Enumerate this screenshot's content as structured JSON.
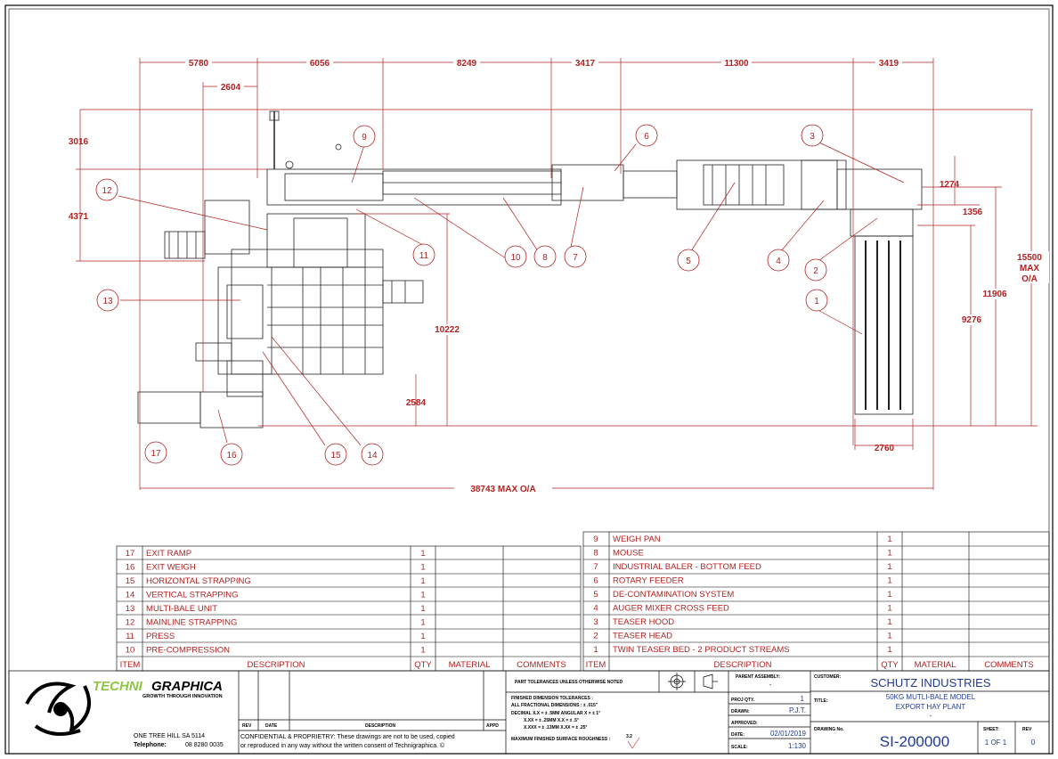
{
  "dimensions": {
    "top": [
      "5780",
      "6056",
      "8249",
      "3417",
      "11300",
      "3419"
    ],
    "top_sub": "2604",
    "left": [
      "3016",
      "4371"
    ],
    "right": [
      "1274",
      "1356",
      "15500",
      "MAX",
      "O/A",
      "11906",
      "9276"
    ],
    "inner": [
      "10222",
      "2584",
      "2760"
    ],
    "overall": "38743 MAX O/A"
  },
  "balloons": [
    "1",
    "2",
    "3",
    "4",
    "5",
    "6",
    "7",
    "8",
    "9",
    "10",
    "11",
    "12",
    "13",
    "14",
    "15",
    "16",
    "17"
  ],
  "bom_left": [
    {
      "item": "17",
      "desc": "EXIT RAMP",
      "qty": "1"
    },
    {
      "item": "16",
      "desc": "EXIT WEIGH",
      "qty": "1"
    },
    {
      "item": "15",
      "desc": "HORIZONTAL STRAPPING",
      "qty": "1"
    },
    {
      "item": "14",
      "desc": "VERTICAL STRAPPING",
      "qty": "1"
    },
    {
      "item": "13",
      "desc": "MULTI-BALE UNIT",
      "qty": "1"
    },
    {
      "item": "12",
      "desc": "MAINLINE STRAPPING",
      "qty": "1"
    },
    {
      "item": "11",
      "desc": "PRESS",
      "qty": "1"
    },
    {
      "item": "10",
      "desc": "PRE-COMPRESSION",
      "qty": "1"
    }
  ],
  "bom_right": [
    {
      "item": "9",
      "desc": "WEIGH PAN",
      "qty": "1"
    },
    {
      "item": "8",
      "desc": "MOUSE",
      "qty": "1"
    },
    {
      "item": "7",
      "desc": "INDUSTRIAL BALER - BOTTOM FEED",
      "qty": "1"
    },
    {
      "item": "6",
      "desc": "ROTARY FEEDER",
      "qty": "1"
    },
    {
      "item": "5",
      "desc": "DE-CONTAMINATION SYSTEM",
      "qty": "1"
    },
    {
      "item": "4",
      "desc": "AUGER MIXER CROSS FEED",
      "qty": "1"
    },
    {
      "item": "3",
      "desc": "TEASER HOOD",
      "qty": "1"
    },
    {
      "item": "2",
      "desc": "TEASER HEAD",
      "qty": "1"
    },
    {
      "item": "1",
      "desc": "TWIN TEASER BED - 2 PRODUCT STREAMS",
      "qty": "1"
    }
  ],
  "bom_headers": [
    "ITEM",
    "DESCRIPTION",
    "QTY",
    "MATERIAL",
    "COMMENTS"
  ],
  "title_block": {
    "logo_a": "TECHNI",
    "logo_b": "GRAPHICA",
    "tagline": "GROWTH THROUGH INNOVATION",
    "address": "ONE TREE HILL   SA  5114",
    "telephone_label": "Telephone:",
    "telephone": "08 8280 0035",
    "rev_hdr": "REV",
    "date_hdr": "DATE",
    "desc_hdr": "DESCRIPTION",
    "appd_hdr": "APPD",
    "confidential": "CONFIDENTIAL & PROPRIETRY: These drawings are not to be used, copied",
    "confidential2": "or reproduced in any way without the written consent of Technigraphica. ©",
    "tolerance_title": "PART TOLERANCES UNLESS OTHERWISE NOTED",
    "tol_lines": [
      "FINISHED DIMENSION TOLERANCES :",
      "ALL FRACTIONAL DIMENSIONS :   ± .015\"",
      "DECIMAL  X.X    =   ± .5MM     ANGULAR  X    =   ± 1°",
      "X.XX   =  ± .25MM       X.X    =  ± .5°",
      "X.XXX   =  ± .13MM       X.XX   =  ± .25°"
    ],
    "roughness_label": "MAXIMUM FINISHED SURFACE ROUGHNESS :",
    "roughness": "3.2",
    "parent_label": "PARENT ASSEMBLY:",
    "parent_val": "-",
    "projqty_label": "PROJ QTY.",
    "projqty": "1",
    "drawn_label": "DRAWN:",
    "drawn": "P.J.T.",
    "approved_label": "APPROVED:",
    "date_label": "DATE:",
    "date": "02/01/2019",
    "scale_label": "SCALE:",
    "scale": "1:130",
    "customer_label": "CUSTOMER:",
    "customer": "SCHUTZ INDUSTRIES",
    "title_label": "TITLE:",
    "title1": "50KG MUTLI-BALE MODEL",
    "title2": "EXPORT HAY PLANT",
    "title3": "-",
    "drawing_label": "DRAWING No.",
    "drawing_no": "SI-200000",
    "sheet_label": "SHEET:",
    "sheet": "1 OF 1",
    "rev_label": "REV",
    "rev": "0"
  },
  "colors": {
    "dim": "#b22222",
    "ink": "#000000",
    "title_blue": "#1f3a93",
    "logo_green": "#8dc63f"
  }
}
